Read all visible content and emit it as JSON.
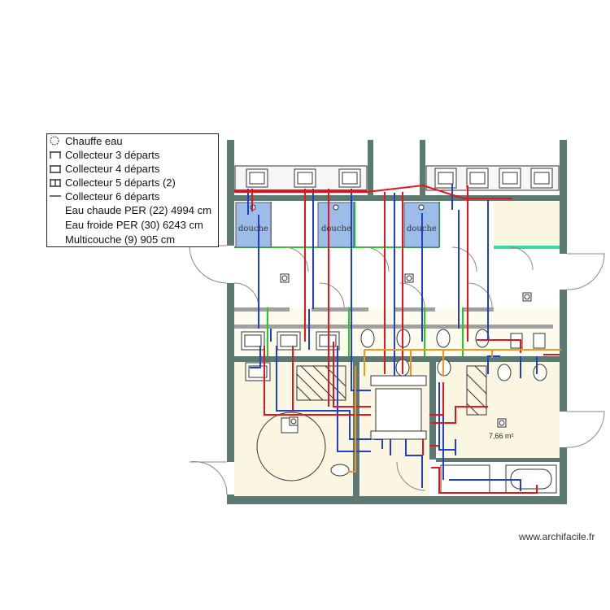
{
  "legend": {
    "items": [
      {
        "label": "Chauffe eau",
        "icon": "water-heater-icon"
      },
      {
        "label": "Collecteur 3 départs",
        "icon": "collector-3-icon"
      },
      {
        "label": "Collecteur 4 départs",
        "icon": "collector-4-icon"
      },
      {
        "label": "Collecteur 5 départs (2)",
        "icon": "collector-5-icon"
      },
      {
        "label": "Collecteur 6 départs",
        "icon": "collector-6-icon"
      },
      {
        "label": "Eau chaude PER (22) 4994 cm",
        "icon": ""
      },
      {
        "label": "Eau froide PER (30) 6243 cm",
        "icon": ""
      },
      {
        "label": "Multicouche (9) 905 cm",
        "icon": ""
      }
    ]
  },
  "rooms": {
    "shower_label": "douche",
    "area_label": "7,66 m²"
  },
  "watermark": "www.archifacile.fr",
  "colors": {
    "wall": "#5d7a72",
    "hot_water": "#e8141c",
    "cold_water": "#1f3fd1",
    "multilayer": "#f0961e",
    "green_pipe": "#22cc22",
    "shower_fill": "#9dbde8",
    "room_fill": "#fbf6e2",
    "partition": "#a0a0a0"
  }
}
